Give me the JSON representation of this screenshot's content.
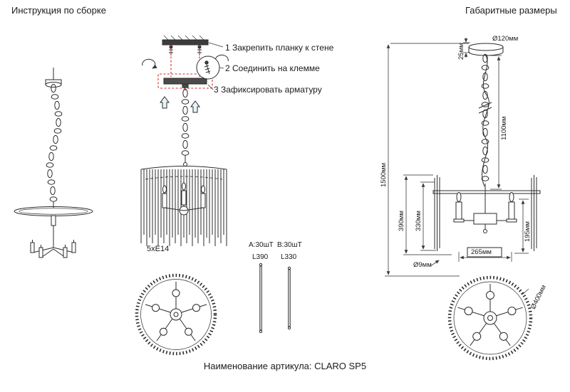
{
  "titles": {
    "left": "Инструкция по сборке",
    "right": "Габаритные размеры",
    "footer": "Наименование артикула: CLARO SP5"
  },
  "assembly_steps": {
    "step1": "1 Закрепить планку к стене",
    "step2": "2 Соединить на клемме",
    "step3": "3 Зафиксировать арматуру"
  },
  "labels": {
    "lamp_count": "5хЕ14",
    "rod_a_qty": "А:30шТ",
    "rod_b_qty": "В:30шТ",
    "rod_a_length": "L390",
    "rod_b_length": "L330"
  },
  "dimensions": {
    "overall_height": "1500мм",
    "chain_length": "1100мм",
    "canopy_height": "25мм",
    "canopy_diameter": "Ø120мм",
    "frame_height": "390мм",
    "shade_height": "330мм",
    "candle_height": "195мм",
    "frame_width": "265мм",
    "rod_diameter": "Ø9мм",
    "base_diameter": "Ø400мм"
  },
  "colors": {
    "line": "#2b2b2b",
    "accent_red": "#d32f2f"
  }
}
